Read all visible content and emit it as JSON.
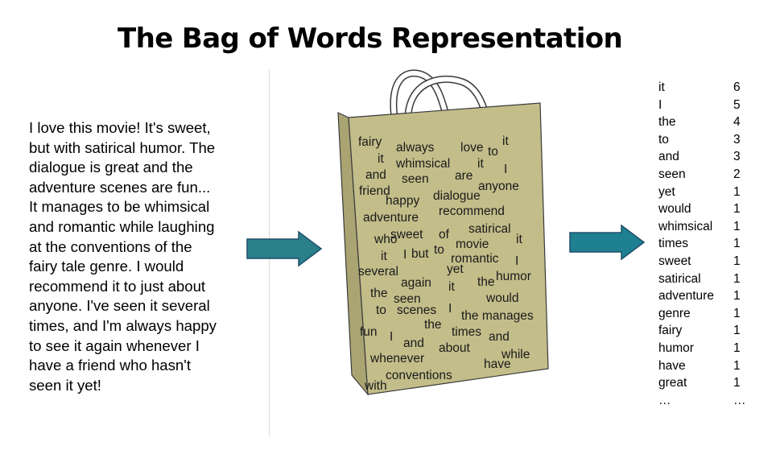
{
  "title": "The Bag of Words Representation",
  "review_lines": [
    "I love this movie! It's sweet,",
    "but with satirical humor. The",
    "dialogue is great and the",
    "adventure scenes are fun...",
    "It manages to be whimsical",
    "and romantic while laughing",
    "at the conventions of the",
    "fairy tale genre. I would",
    "recommend it to just about",
    "anyone. I've seen it several",
    "times, and I'm always happy",
    "to see it again whenever I",
    "have a friend who hasn't",
    "seen it yet!"
  ],
  "bag_words": [
    "fairy",
    "always",
    "love",
    "to",
    "it",
    "it",
    "whimsical",
    "it",
    "I",
    "and",
    "seen",
    "are",
    "anyone",
    "friend",
    "dialogue",
    "happy",
    "recommend",
    "adventure",
    "satirical",
    "who",
    "sweet",
    "of",
    "movie",
    "it",
    "I",
    "but",
    "to",
    "romantic",
    "I",
    "it",
    "yet",
    "several",
    "humor",
    "again",
    "the",
    "it",
    "the",
    "would",
    "seen",
    "to",
    "scenes",
    "I",
    "the manages",
    "the",
    "fun",
    "I",
    "times",
    "and",
    "and",
    "about",
    "while",
    "whenever",
    "have",
    "conventions",
    "with"
  ],
  "counts": [
    {
      "word": "it",
      "count": "6"
    },
    {
      "word": "I",
      "count": "5"
    },
    {
      "word": "the",
      "count": "4"
    },
    {
      "word": "to",
      "count": "3"
    },
    {
      "word": "and",
      "count": "3"
    },
    {
      "word": "seen",
      "count": "2"
    },
    {
      "word": "yet",
      "count": "1"
    },
    {
      "word": "would",
      "count": "1"
    },
    {
      "word": "whimsical",
      "count": "1"
    },
    {
      "word": "times",
      "count": "1"
    },
    {
      "word": "sweet",
      "count": "1"
    },
    {
      "word": "satirical",
      "count": "1"
    },
    {
      "word": "adventure",
      "count": "1"
    },
    {
      "word": "genre",
      "count": "1"
    },
    {
      "word": "fairy",
      "count": "1"
    },
    {
      "word": "humor",
      "count": "1"
    },
    {
      "word": "have",
      "count": "1"
    },
    {
      "word": "great",
      "count": "1"
    },
    {
      "word": "…",
      "count": "…"
    }
  ],
  "colors": {
    "bag_fill": "#c3bd8a",
    "bag_stroke": "#3a3a3a",
    "arrow_fill": "#2a7f8a",
    "arrow_stroke": "#1f4f6a"
  }
}
